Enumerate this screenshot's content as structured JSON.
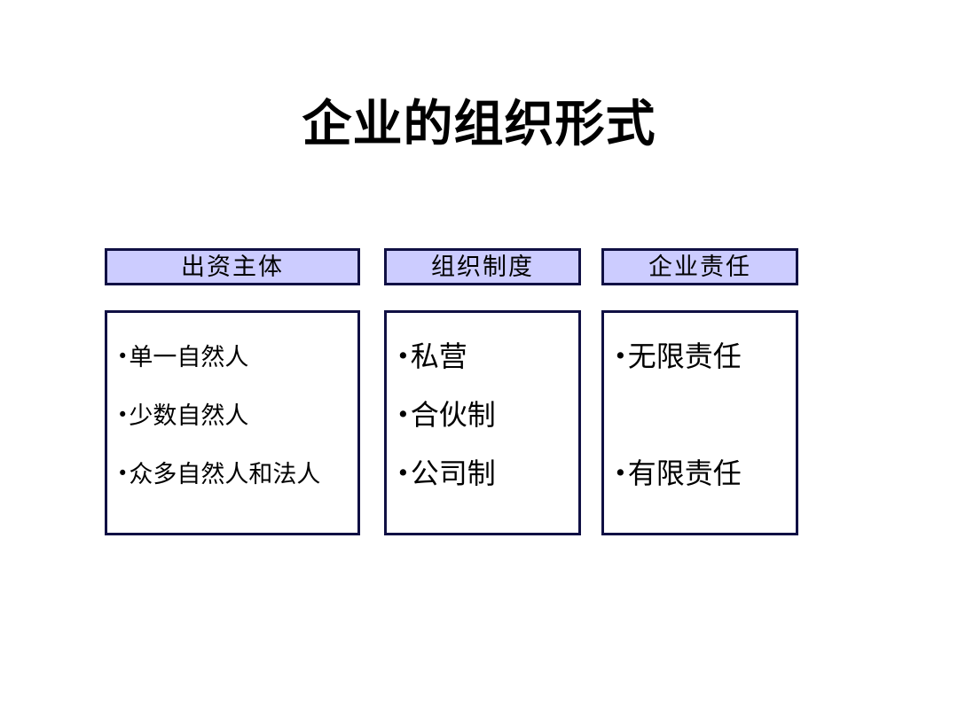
{
  "slide": {
    "title": "企业的组织形式",
    "bullet": "•",
    "columns": [
      {
        "header": "出资主体",
        "items": [
          "单一自然人",
          "少数自然人",
          "众多自然人和法人"
        ]
      },
      {
        "header": "组织制度",
        "items": [
          "私营",
          "合伙制",
          "公司制"
        ]
      },
      {
        "header": "企业责任",
        "items": [
          "无限责任",
          "",
          "有限责任"
        ]
      }
    ],
    "colors": {
      "background": "#FFFFFF",
      "header_fill": "#CCCCFF",
      "box_border": "#101044",
      "title_text": "#000000",
      "body_text": "#000000"
    }
  }
}
